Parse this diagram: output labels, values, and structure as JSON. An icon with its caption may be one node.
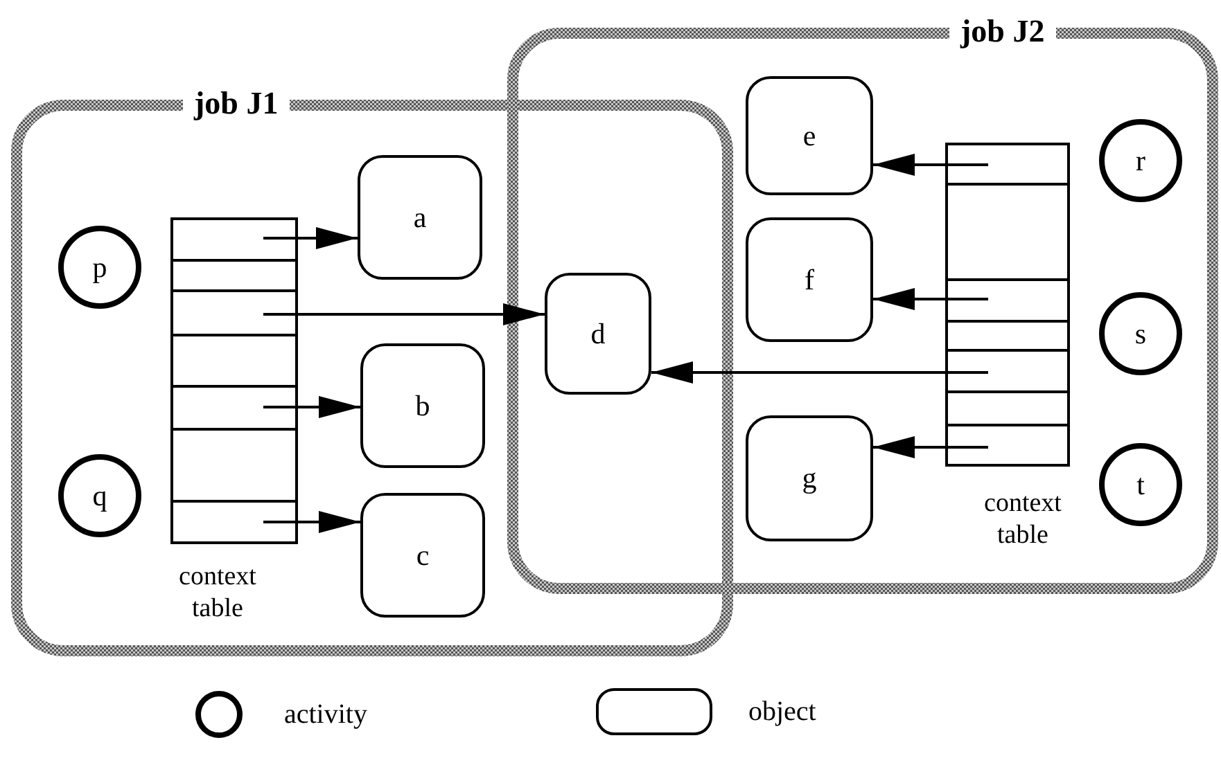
{
  "diagram": {
    "nodes": [
      {
        "text": [
          "job J1"
        ]
      },
      {
        "text": [
          "p"
        ],
        "in": 0
      },
      {
        "text": [
          "q"
        ],
        "in": 0
      },
      {
        "text": [
          "context table"
        ],
        "in": 0
      },
      {
        "text": [
          "a"
        ],
        "in": 0
      },
      {
        "text": [
          "b"
        ],
        "in": 0
      },
      {
        "text": [
          "c"
        ],
        "in": 0
      },
      {
        "text": [
          "job J2"
        ]
      },
      {
        "text": [
          "d"
        ]
      },
      {
        "text": [
          "e"
        ],
        "in": 7
      },
      {
        "text": [
          "f"
        ],
        "in": 7
      },
      {
        "text": [
          "g"
        ],
        "in": 7
      },
      {
        "text": [
          "context table"
        ],
        "in": 7
      },
      {
        "text": [
          "r"
        ],
        "in": 7
      },
      {
        "text": [
          "s"
        ],
        "in": 7
      },
      {
        "text": [
          "t"
        ],
        "in": 7
      }
    ],
    "edges": [
      {
        "from": 3,
        "to": 4,
        "arrow": "to"
      },
      {
        "from": 3,
        "to": 8,
        "arrow": "to"
      },
      {
        "from": 3,
        "to": 5,
        "arrow": "to"
      },
      {
        "from": 3,
        "to": 6,
        "arrow": "to"
      },
      {
        "from": 12,
        "to": 9,
        "arrow": "to"
      },
      {
        "from": 12,
        "to": 10,
        "arrow": "to"
      },
      {
        "from": 12,
        "to": 8,
        "arrow": "to"
      },
      {
        "from": 12,
        "to": 11,
        "arrow": "to"
      }
    ],
    "legend": [
      {
        "text": "activity"
      },
      {
        "text": "object"
      }
    ]
  }
}
